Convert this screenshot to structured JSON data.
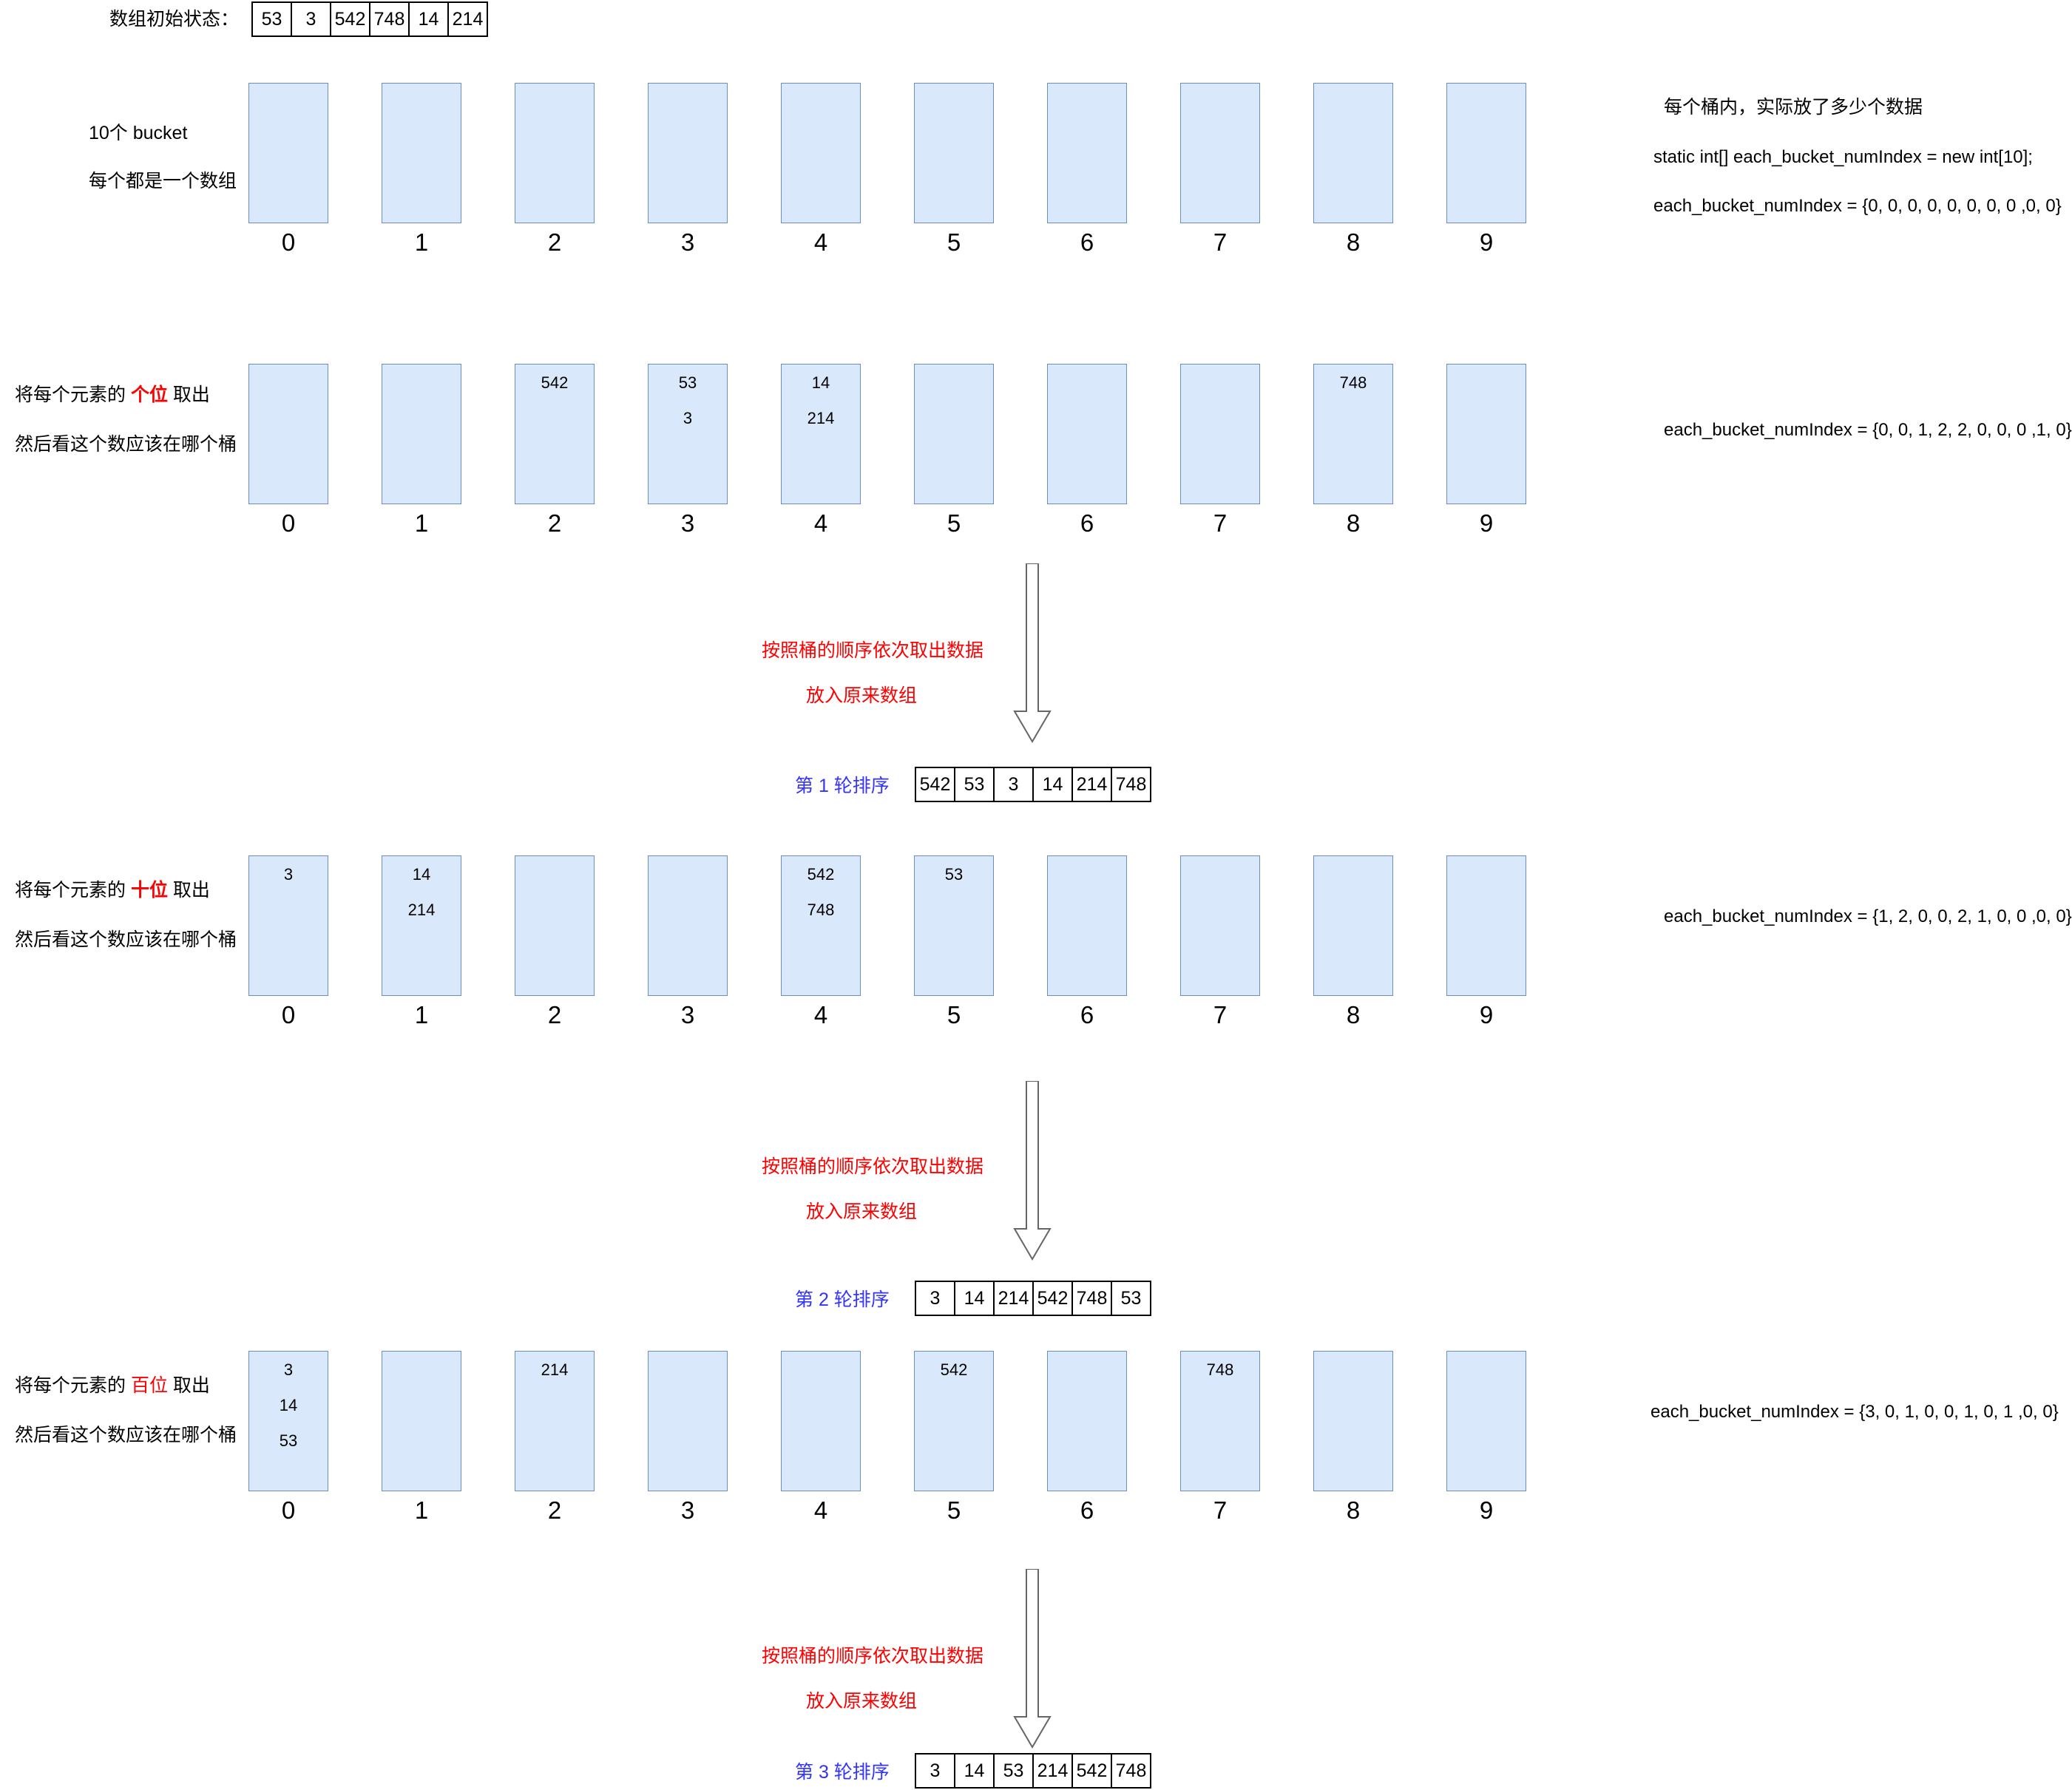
{
  "initial": {
    "label": "数组初始状态：",
    "values": [
      "53",
      "3",
      "542",
      "748",
      "14",
      "214"
    ]
  },
  "bucket_indices": [
    "0",
    "1",
    "2",
    "3",
    "4",
    "5",
    "6",
    "7",
    "8",
    "9"
  ],
  "rows": {
    "empty": {
      "side_line1": "10个 bucket",
      "side_line2": "每个都是一个数组",
      "note_title": "每个桶内，实际放了多少个数据",
      "note_decl": "static int[] each_bucket_numIndex = new int[10];",
      "note_state": "each_bucket_numIndex = {0, 0, 0, 0, 0, 0, 0, 0 ,0, 0}",
      "buckets": [
        [],
        [],
        [],
        [],
        [],
        [],
        [],
        [],
        [],
        []
      ]
    },
    "ones": {
      "side_prefix": "将每个元素的 ",
      "side_digit": "个位",
      "side_suffix": " 取出",
      "side_line2": "然后看这个数应该在哪个桶",
      "note_state": "each_bucket_numIndex = {0, 0, 1, 2, 2, 0, 0, 0 ,1, 0}",
      "buckets": [
        [],
        [],
        [
          "542"
        ],
        [
          "53",
          "3"
        ],
        [
          "14",
          "214"
        ],
        [],
        [],
        [],
        [
          "748"
        ],
        []
      ]
    },
    "tens": {
      "side_prefix": "将每个元素的 ",
      "side_digit": "十位",
      "side_suffix": " 取出",
      "side_line2": "然后看这个数应该在哪个桶",
      "note_state": "each_bucket_numIndex = {1, 2, 0, 0, 2, 1, 0, 0 ,0, 0}",
      "buckets": [
        [
          "3"
        ],
        [
          "14",
          "214"
        ],
        [],
        [],
        [
          "542",
          "748"
        ],
        [
          "53"
        ],
        [],
        [],
        [],
        []
      ]
    },
    "hundreds": {
      "side_prefix": "将每个元素的 ",
      "side_digit": "百位",
      "side_suffix": " 取出",
      "side_line2": "然后看这个数应该在哪个桶",
      "note_state": "each_bucket_numIndex = {3, 0, 1, 0, 0, 1, 0, 1 ,0, 0}",
      "buckets": [
        [
          "3",
          "14",
          "53"
        ],
        [],
        [
          "214"
        ],
        [],
        [],
        [
          "542"
        ],
        [],
        [
          "748"
        ],
        [],
        []
      ]
    }
  },
  "transfer": {
    "line1": "按照桶的顺序依次取出数据",
    "line2": "放入原来数组"
  },
  "results": [
    {
      "label": "第 1 轮排序",
      "values": [
        "542",
        "53",
        "3",
        "14",
        "214",
        "748"
      ]
    },
    {
      "label": "第 2 轮排序",
      "values": [
        "3",
        "14",
        "214",
        "542",
        "748",
        "53"
      ]
    },
    {
      "label": "第 3 轮排序",
      "values": [
        "3",
        "14",
        "53",
        "214",
        "542",
        "748"
      ]
    }
  ],
  "chart_data": {
    "type": "diagram",
    "title": "基数排序 (Radix Sort) 过程示意图",
    "initial_array": [
      53,
      3,
      542,
      748,
      14,
      214
    ],
    "passes": [
      {
        "digit": "个位",
        "buckets": [
          [],
          [],
          [
            542
          ],
          [
            53,
            3
          ],
          [
            14,
            214
          ],
          [],
          [],
          [],
          [
            748
          ],
          []
        ],
        "each_bucket_numIndex": [
          0,
          0,
          1,
          2,
          2,
          0,
          0,
          0,
          1,
          0
        ],
        "result": [
          542,
          53,
          3,
          14,
          214,
          748
        ]
      },
      {
        "digit": "十位",
        "buckets": [
          [
            3
          ],
          [
            14,
            214
          ],
          [],
          [],
          [
            542,
            748
          ],
          [
            53
          ],
          [],
          [],
          [],
          []
        ],
        "each_bucket_numIndex": [
          1,
          2,
          0,
          0,
          2,
          1,
          0,
          0,
          0,
          0
        ],
        "result": [
          3,
          14,
          214,
          542,
          748,
          53
        ]
      },
      {
        "digit": "百位",
        "buckets": [
          [
            3,
            14,
            53
          ],
          [],
          [
            214
          ],
          [],
          [],
          [
            542
          ],
          [],
          [
            748
          ],
          [],
          []
        ],
        "each_bucket_numIndex": [
          3,
          0,
          1,
          0,
          0,
          1,
          0,
          1,
          0,
          0
        ],
        "result": [
          3,
          14,
          53,
          214,
          542,
          748
        ]
      }
    ],
    "colors": {
      "bucket_fill": "#dae8fc",
      "bucket_stroke": "#6c8ebf",
      "highlight": "#ff0000",
      "round_label": "#3333ff"
    }
  }
}
